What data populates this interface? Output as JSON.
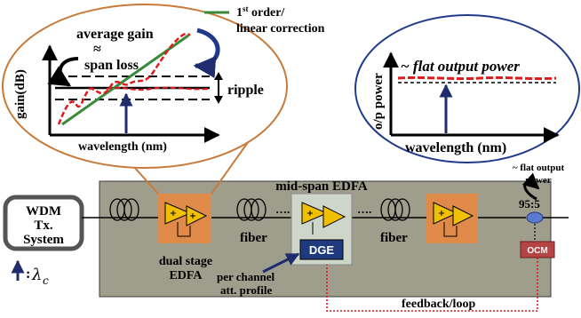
{
  "labels": {
    "legend_line": "1st order/",
    "legend_line_sup_base": "1",
    "legend_line_sup": "st",
    "legend_line_rest": " order/",
    "legend_line2": "linear  correction",
    "average_gain": "average gain",
    "approx": "≈",
    "span_loss": "span loss",
    "ripple": "ripple",
    "gain_axis": "gain(dB)",
    "wavelength_left": "wavelength (nm)",
    "flat_output": "~ flat output power",
    "op_power_axis": "o/p power",
    "wavelength_right": "wavelength (nm)",
    "flat_output_small_1": "~ flat output",
    "flat_output_small_2": "power",
    "tap_ratio": "95:5",
    "wdm_1": "WDM",
    "wdm_2": "Tx.",
    "wdm_3": "System",
    "mid_span": "mid-span EDFA",
    "fiber_1": "fiber",
    "fiber_2": "fiber",
    "dots_1": "….",
    "dots_2": "….",
    "dge": "DGE",
    "ocm": "OCM",
    "dual_stage_1": "dual stage",
    "dual_stage_2": "EDFA",
    "per_channel_1": "per channel",
    "per_channel_2": "att. profile",
    "feedback": "feedback/loop",
    "lambda_c_colon": ":",
    "lambda_c": "λ",
    "lambda_c_sub": "c"
  },
  "colors": {
    "navy": "#1f2d6e",
    "green": "#3a8a3a",
    "red": "#e01a1a",
    "box_fill": "#9f9d8b",
    "amp_bg": "#e08a4a",
    "amp_tri": "#f0c000",
    "ellipse_left": "#c77a3a",
    "ellipse_right": "#1f3a8a",
    "dge_fill": "#203a80"
  }
}
